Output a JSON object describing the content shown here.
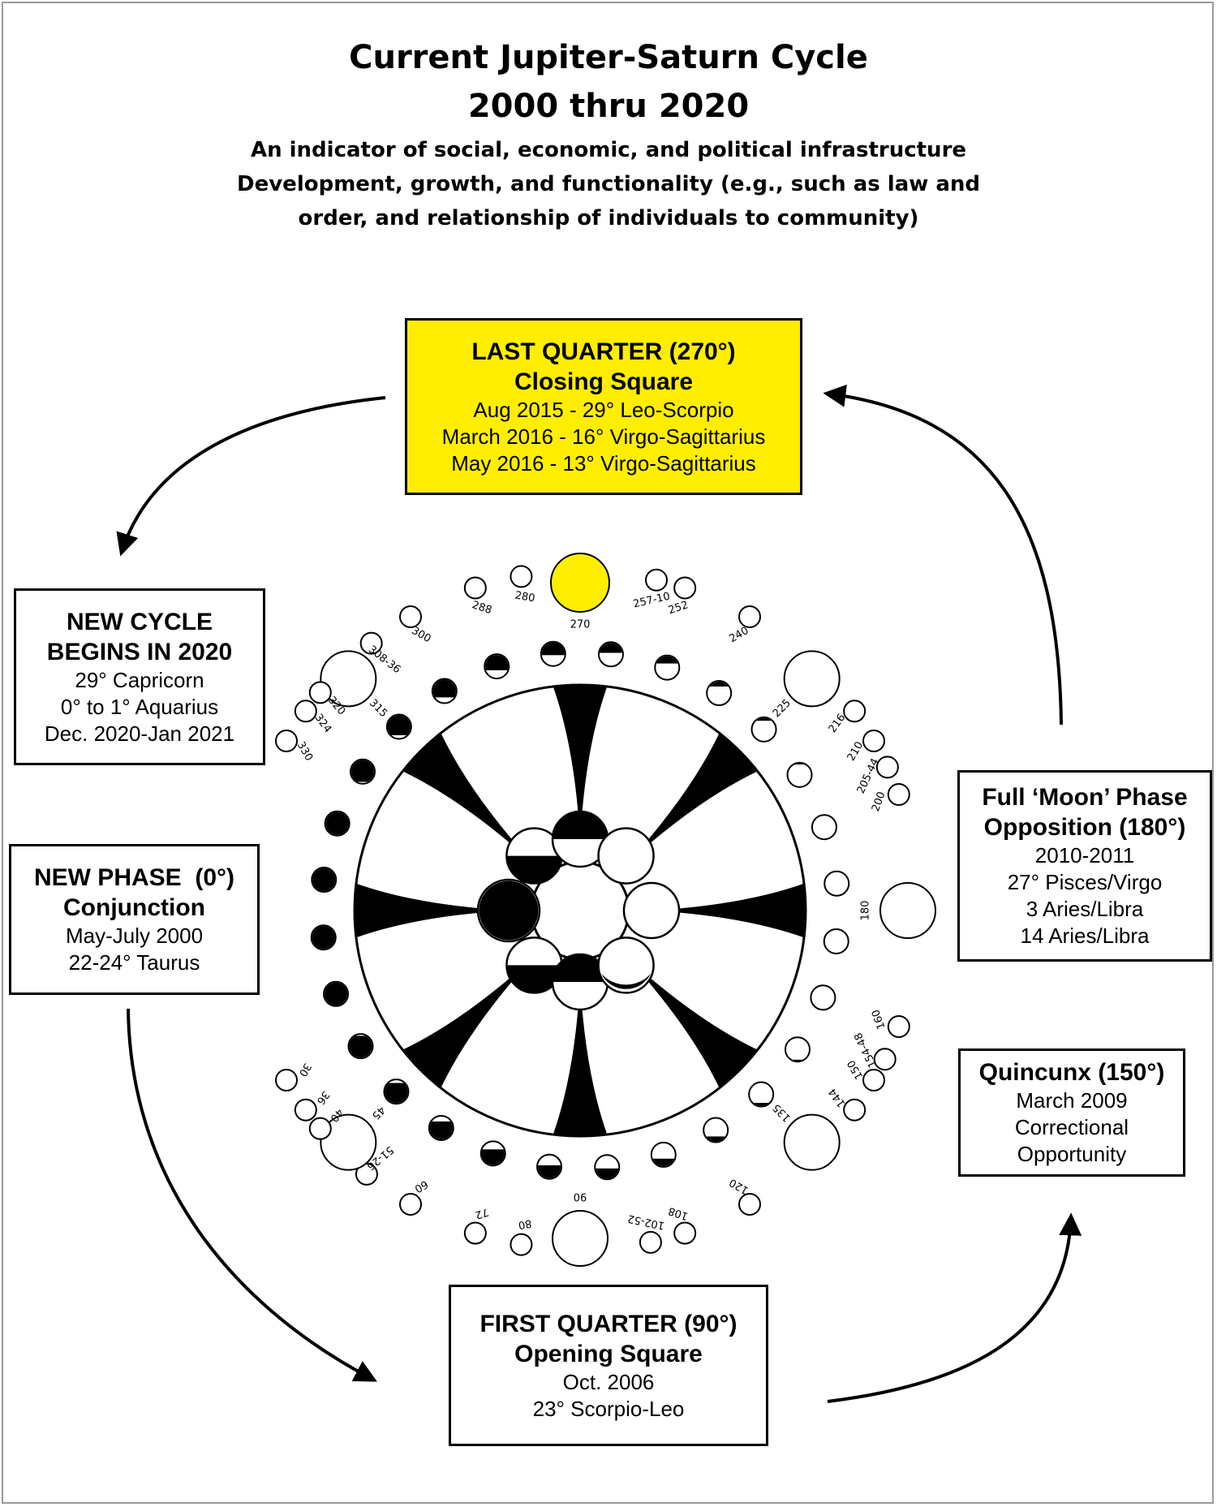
{
  "header": {
    "title_line1": "Current Jupiter-Saturn Cycle",
    "title_line2": "2000 thru 2020",
    "subtitle_lines": [
      "An indicator of social, economic, and political infrastructure",
      "Development, growth, and functionality (e.g., such as law and",
      "order, and relationship of individuals to community)"
    ]
  },
  "boxes": {
    "last_quarter": {
      "heading1": "LAST QUARTER (270°)",
      "heading2": "Closing Square",
      "lines": [
        "Aug 2015 - 29° Leo-Scorpio",
        "March 2016 - 16° Virgo-Sagittarius",
        "May 2016 - 13° Virgo-Sagittarius"
      ]
    },
    "new_cycle": {
      "heading1": "NEW CYCLE",
      "heading2": "BEGINS IN 2020",
      "lines": [
        "29° Capricorn",
        "0° to 1° Aquarius",
        "Dec. 2020-Jan 2021"
      ]
    },
    "new_phase": {
      "heading1": "NEW PHASE  (0°)",
      "heading2": "Conjunction",
      "lines": [
        "May-July 2000",
        "22-24° Taurus"
      ]
    },
    "full_moon": {
      "heading1": "Full ‘Moon’ Phase",
      "heading2": "Opposition (180°)",
      "lines": [
        "2010-2011",
        "27° Pisces/Virgo",
        "3 Aries/Libra",
        "14 Aries/Libra"
      ]
    },
    "quincunx": {
      "heading1": "Quincunx (150°)",
      "lines": [
        "March 2009",
        "Correctional",
        "Opportunity"
      ]
    },
    "first_quarter": {
      "heading1": "FIRST QUARTER (90°)",
      "heading2": "Opening Square",
      "lines": [
        "Oct. 2006",
        "23° Scorpio-Leo"
      ]
    }
  },
  "wheel": {
    "degree_labels": [
      "270",
      "280",
      "288",
      "257-10",
      "252",
      "240",
      "300",
      "308-36",
      "315",
      "320",
      "324",
      "330",
      "225",
      "216",
      "210",
      "205-44",
      "200",
      "180",
      "160",
      "154-48",
      "150",
      "144",
      "135",
      "120",
      "108",
      "102-52",
      "90",
      "80",
      "72",
      "60",
      "51-26",
      "45",
      "40",
      "36",
      "30"
    ],
    "highlight_color": "#ffee00",
    "highlight_label": "270"
  }
}
